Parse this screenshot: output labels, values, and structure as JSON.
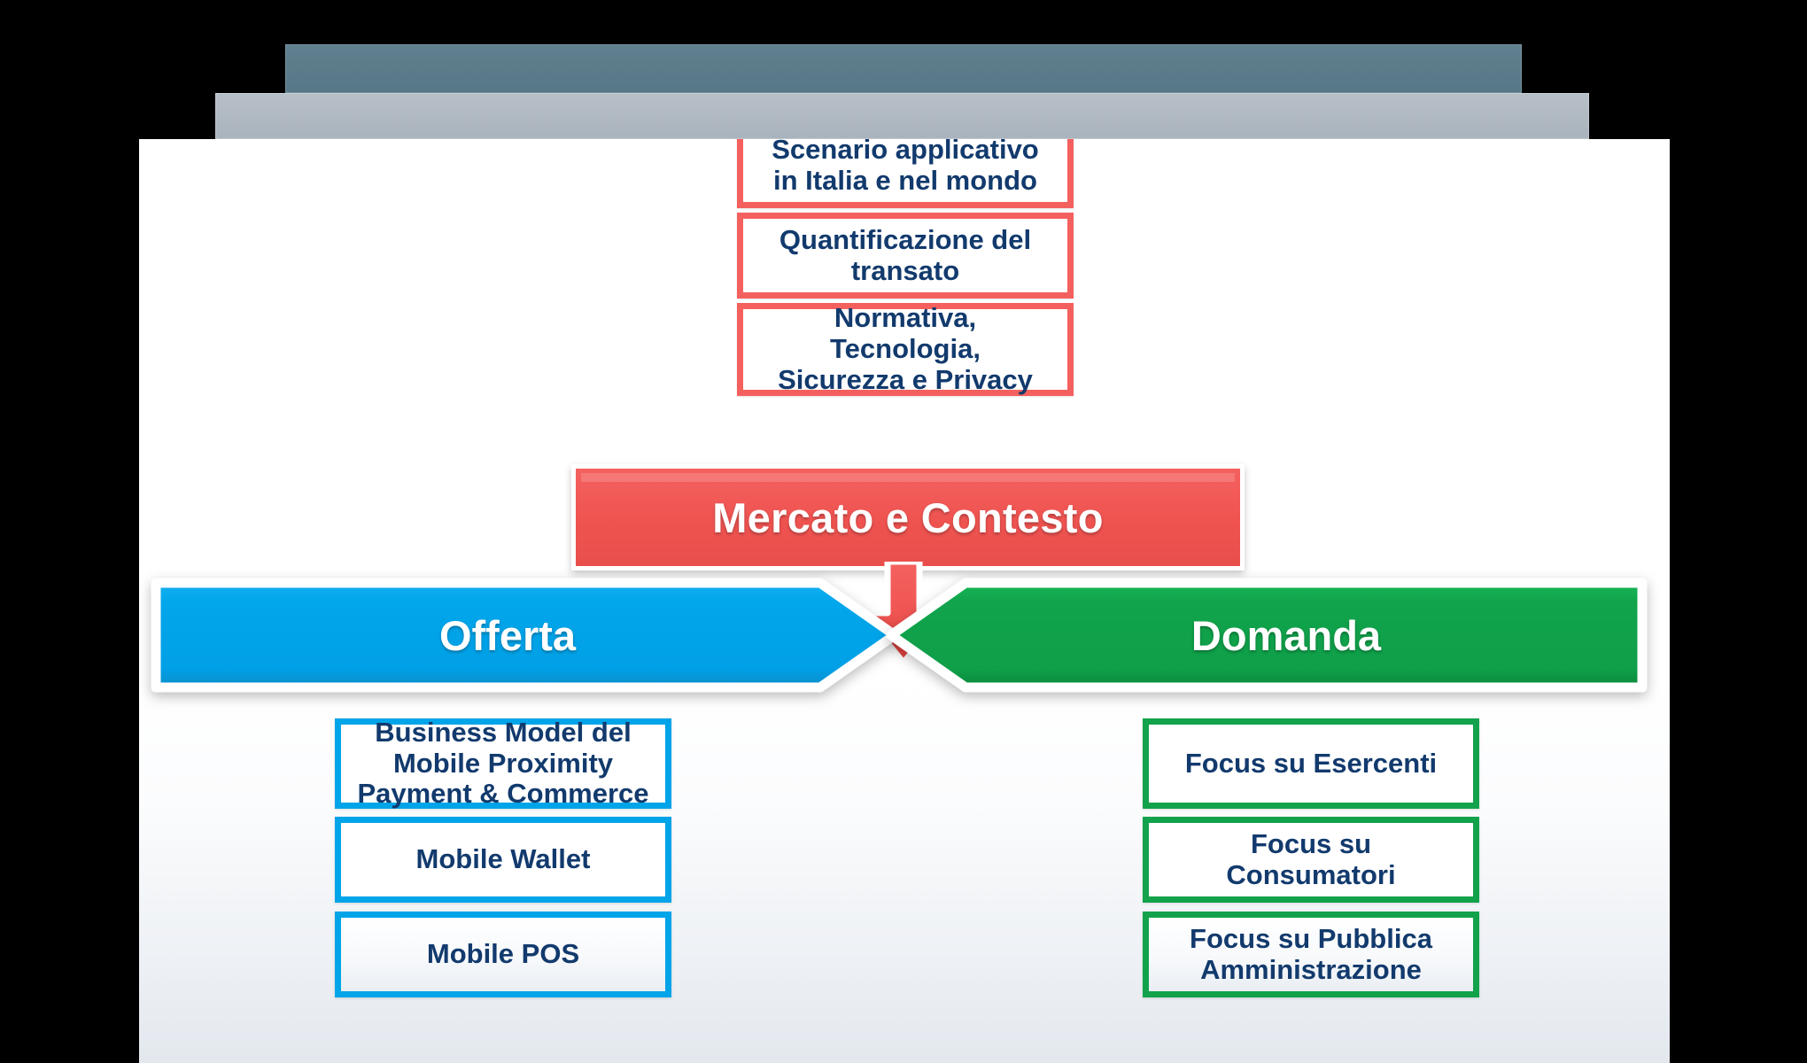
{
  "slide": {
    "header_bars": [
      {
        "name": "title-bar-dark",
        "color": "#5b7b8a"
      },
      {
        "name": "subtitle-bar-gray",
        "color": "#b0b9c2"
      }
    ],
    "colors": {
      "red": "#ef5350",
      "red_border": "#f4605e",
      "blue": "#00a4e8",
      "green": "#12a24b",
      "text_blue": "#123a6d",
      "white": "#ffffff",
      "bar_dark": "#5b7b8a",
      "bar_gray": "#b0b9c2"
    }
  },
  "top_stack": {
    "items": [
      {
        "label": "Scenario applicativo\nin Italia e nel mondo"
      },
      {
        "label": "Quantificazione del\ntransato"
      },
      {
        "label": "Normativa,\nTecnologia,\nSicurezza e Privacy"
      }
    ]
  },
  "center_banner": {
    "label": "Mercato e Contesto"
  },
  "branches": {
    "left": {
      "label": "Offerta",
      "items": [
        {
          "label": "Business Model del\nMobile Proximity\nPayment & Commerce"
        },
        {
          "label": "Mobile Wallet"
        },
        {
          "label": "Mobile POS"
        }
      ]
    },
    "right": {
      "label": "Domanda",
      "items": [
        {
          "label": "Focus su Esercenti"
        },
        {
          "label": "Focus su\nConsumatori"
        },
        {
          "label": "Focus su Pubblica\nAmministrazione"
        }
      ]
    }
  }
}
